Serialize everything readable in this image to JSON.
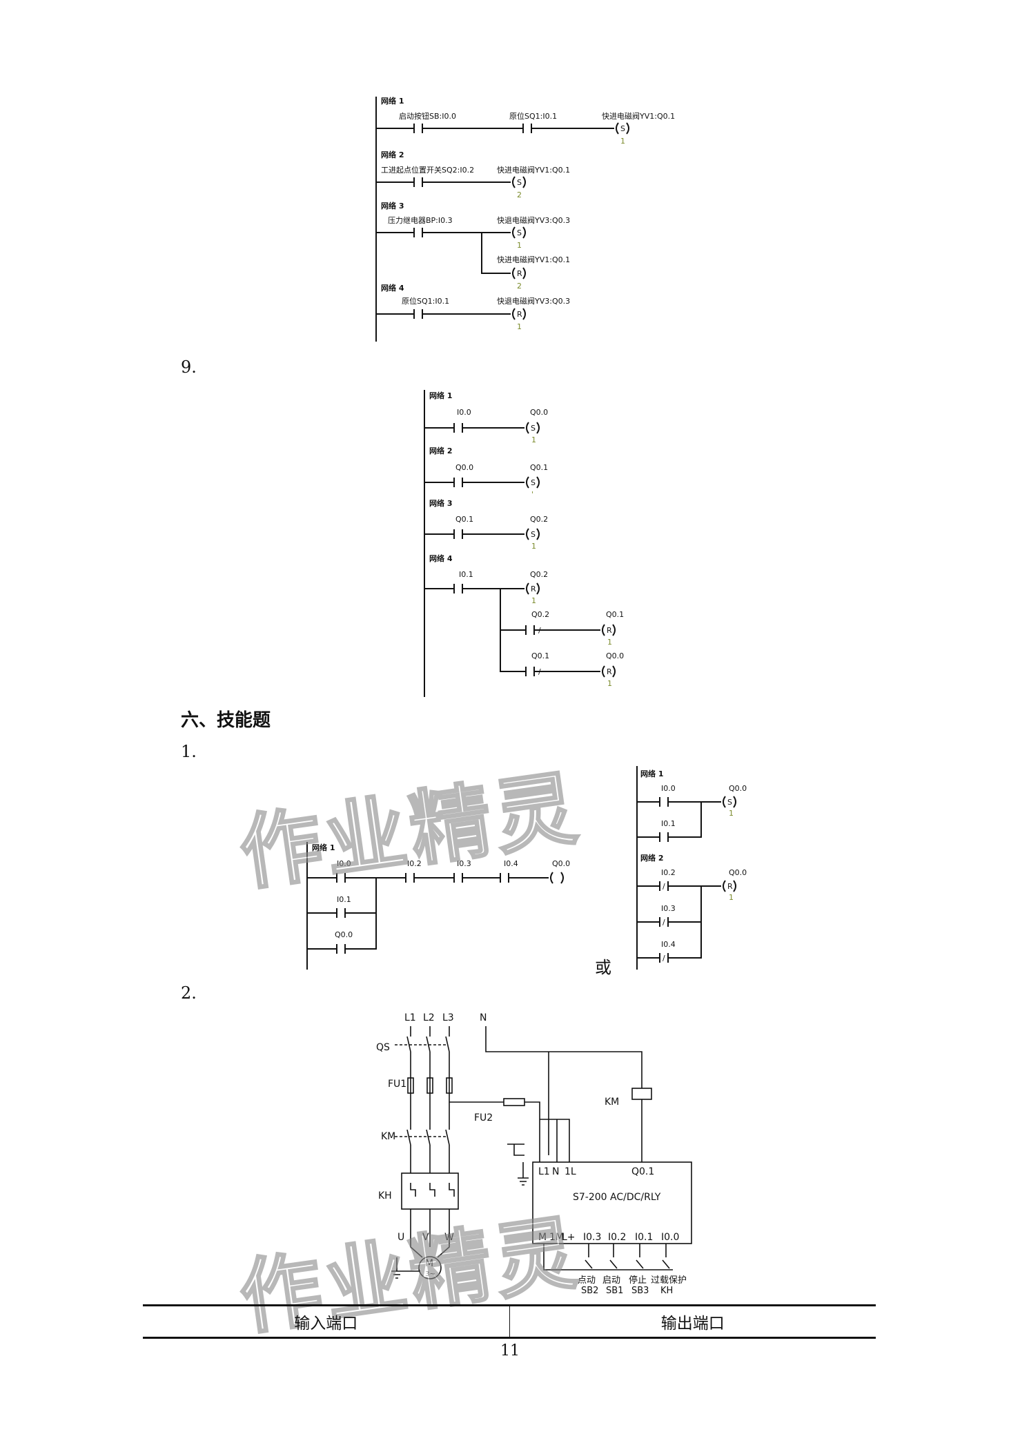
{
  "q8_ladder": {
    "networks": [
      "网络 1",
      "网络 2",
      "网络 3",
      "网络 4"
    ],
    "n1": {
      "c1": "启动按钮SB:I0.0",
      "c2": "原位SQ1:I0.1",
      "coil": "快进电磁阀YV1:Q0.1",
      "op": "S",
      "n": "1"
    },
    "n2": {
      "c1": "工进起点位置开关SQ2:I0.2",
      "coil": "快进电磁阀YV1:Q0.1",
      "op": "S",
      "n": "2"
    },
    "n3": {
      "c1": "压力继电器BP:I0.3",
      "coil_a": "快退电磁阀YV3:Q0.3",
      "op_a": "S",
      "n_a": "1",
      "coil_b": "快进电磁阀YV1:Q0.1",
      "op_b": "R",
      "n_b": "2"
    },
    "n4": {
      "c1": "原位SQ1:I0.1",
      "coil": "快退电磁阀YV3:Q0.3",
      "op": "R",
      "n": "1"
    }
  },
  "q9": {
    "label": "9.",
    "networks": [
      "网络 1",
      "网络 2",
      "网络 3",
      "网络 4"
    ],
    "n1": {
      "c": "I0.0",
      "coil": "Q0.0",
      "op": "S",
      "n": "1"
    },
    "n2": {
      "c": "Q0.0",
      "coil": "Q0.1",
      "op": "S",
      "n": "'"
    },
    "n3": {
      "c": "Q0.1",
      "coil": "Q0.2",
      "op": "S",
      "n": "1"
    },
    "n4": {
      "c": "I0.1",
      "coil": "Q0.2",
      "op": "R",
      "n": "1",
      "b1_c": "Q0.2",
      "b1_coil": "Q0.1",
      "b1_op": "R",
      "b1_n": "1",
      "b2_c": "Q0.1",
      "b2_coil": "Q0.0",
      "b2_op": "R",
      "b2_n": "1",
      "nc": "/"
    }
  },
  "section_heading": "六、技能题",
  "q1": {
    "label": "1.",
    "left": {
      "network": "网络 1",
      "contacts": [
        "I0.0",
        "I0.2",
        "I0.3",
        "I0.4"
      ],
      "coil": "Q0.0",
      "par1": "I0.1",
      "par2": "Q0.0"
    },
    "or_text": "或",
    "right": {
      "network1": "网络 1",
      "n1_c1": "I0.0",
      "n1_c2": "I0.1",
      "n1_coil": "Q0.0",
      "n1_op": "S",
      "n1_n": "1",
      "network2": "网络 2",
      "n2_c1": "I0.2",
      "n2_c2": "I0.3",
      "n2_c3": "I0.4",
      "n2_coil": "Q0.0",
      "n2_op": "R",
      "n2_n": "1",
      "nc": "/"
    }
  },
  "q2": {
    "label": "2.",
    "lines": [
      "L1",
      "L2",
      "L3"
    ],
    "neutral": "N",
    "qs": "QS",
    "fu1": "FU1",
    "fu2": "FU2",
    "km": "KM",
    "kh": "KH",
    "km_coil": "KM",
    "motor_terms": [
      "U",
      "V",
      "W"
    ],
    "motor": "M",
    "motor_sub": "3~",
    "plc_top": [
      "L1",
      "N",
      "1L",
      "Q0.1"
    ],
    "plc_model": "S7-200   AC/DC/RLY",
    "plc_bottom": [
      "M",
      "1M",
      "L+",
      "I0.3",
      "I0.2",
      "I0.1",
      "I0.0"
    ],
    "buttons": [
      {
        "name": "点动",
        "tag": "SB2"
      },
      {
        "name": "启动",
        "tag": "SB1"
      },
      {
        "name": "停止",
        "tag": "SB3"
      },
      {
        "name": "过载保护",
        "tag": "KH"
      }
    ]
  },
  "watermark": "作业精灵",
  "table": {
    "headers": [
      "输入端口",
      "输出端口"
    ]
  },
  "page_number": "11"
}
